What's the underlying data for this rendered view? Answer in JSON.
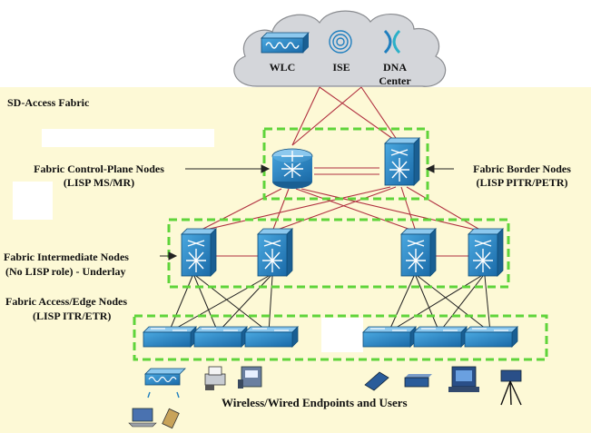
{
  "cloud": {
    "items": [
      {
        "id": "wlc",
        "label": "WLC"
      },
      {
        "id": "ise",
        "label": "ISE"
      },
      {
        "id": "dna",
        "label_line1": "DNA",
        "label_line2": "Center"
      }
    ]
  },
  "fabric_title": "SD-Access Fabric",
  "labels": {
    "control_plane": {
      "line1": "Fabric Control-Plane Nodes",
      "line2": "(LISP MS/MR)"
    },
    "border": {
      "line1": "Fabric Border Nodes",
      "line2": "(LISP PITR/PETR)"
    },
    "intermediate": {
      "line1": "Fabric Intermediate Nodes",
      "line2": "(No LISP role) - Underlay"
    },
    "access_edge": {
      "line1": "Fabric Access/Edge Nodes",
      "line2": "(LISP ITR/ETR)"
    },
    "endpoints": "Wireless/Wired Endpoints and Users"
  },
  "colors": {
    "fabric_bg": "#fdf9d6",
    "dashed_box": "#5fd43a",
    "router_blue": "#1f7fbf",
    "red_link": "#b03040",
    "black_link": "#222222",
    "cloud_fill": "#d4d6da"
  },
  "icons": [
    "access-point-icon",
    "router-icon",
    "multilayer-switch-icon",
    "layer2-switch-icon",
    "ip-phone-icon",
    "printer-icon",
    "laptop-icon",
    "pda-icon",
    "server-icon",
    "camera-icon"
  ]
}
